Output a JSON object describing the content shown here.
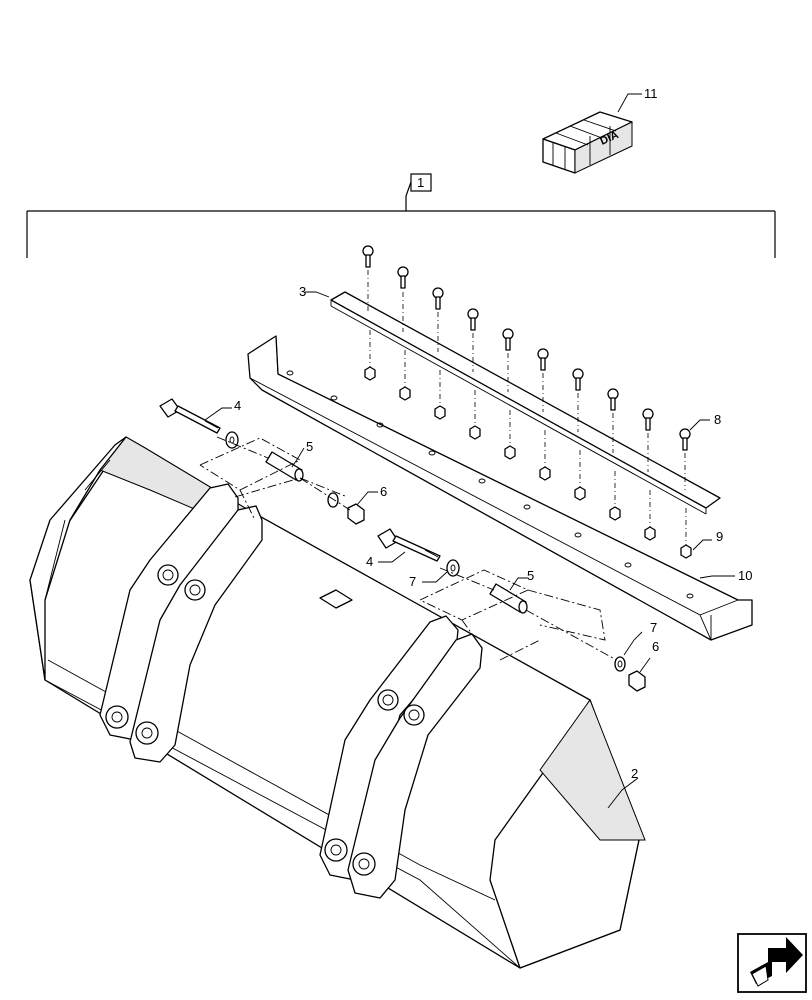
{
  "callouts": {
    "c1": "1",
    "c2": "2",
    "c3": "3",
    "c4a": "4",
    "c4b": "4",
    "c5a": "5",
    "c5b": "5",
    "c6a": "6",
    "c6b": "6",
    "c7a": "7",
    "c7b": "7",
    "c8": "8",
    "c9": "9",
    "c10": "10",
    "c11": "11"
  },
  "kit_box": {
    "label": "DIA"
  },
  "icons": {
    "nav": "next-page-arrow-icon"
  }
}
